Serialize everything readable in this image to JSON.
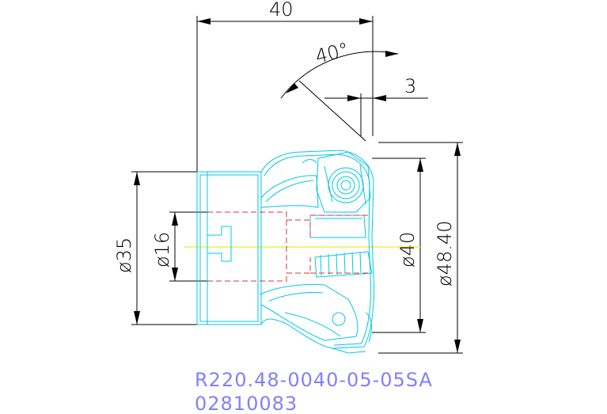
{
  "drawing": {
    "dimensions": {
      "length": "40",
      "angle": "40°",
      "offset": "3",
      "shank_diameter": "ø35",
      "bore_diameter": "ø16",
      "cutting_diameter": "ø40",
      "max_diameter": "ø48.40"
    },
    "part_number": "R220.48-0040-05-05SA",
    "order_code": "02810083",
    "colors": {
      "dimension_lines": "#000000",
      "tool_outline": "#00c8e6",
      "hidden_lines": "#e03030",
      "center_line": "#e6e600",
      "text_code": "#8080ff"
    }
  }
}
